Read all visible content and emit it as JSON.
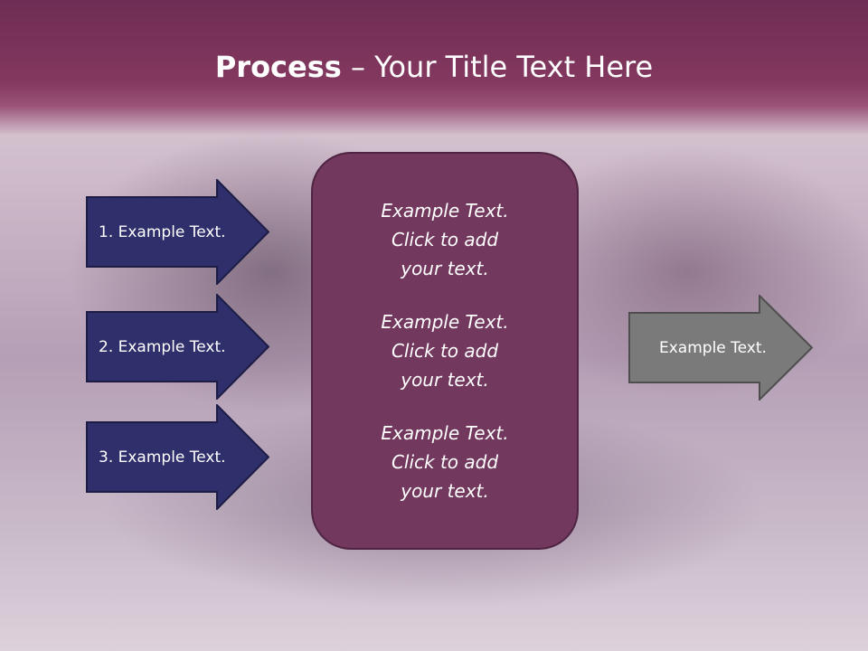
{
  "title": {
    "bold": "Process",
    "rest": " – Your Title Text Here"
  },
  "left_steps": [
    {
      "label": "1. Example Text."
    },
    {
      "label": "2. Example Text."
    },
    {
      "label": "3. Example Text."
    }
  ],
  "center_items": [
    {
      "text": "Example Text.\nClick  to add\nyour text."
    },
    {
      "text": "Example Text.\nClick  to add\nyour text."
    },
    {
      "text": "Example Text.\nClick  to add\nyour text."
    }
  ],
  "result": {
    "label": "Example Text."
  },
  "colors": {
    "title_band": "#83385f",
    "step_fill": "#2f2f6b",
    "center_fill": "#72385d",
    "result_fill": "#7a7a7a"
  }
}
